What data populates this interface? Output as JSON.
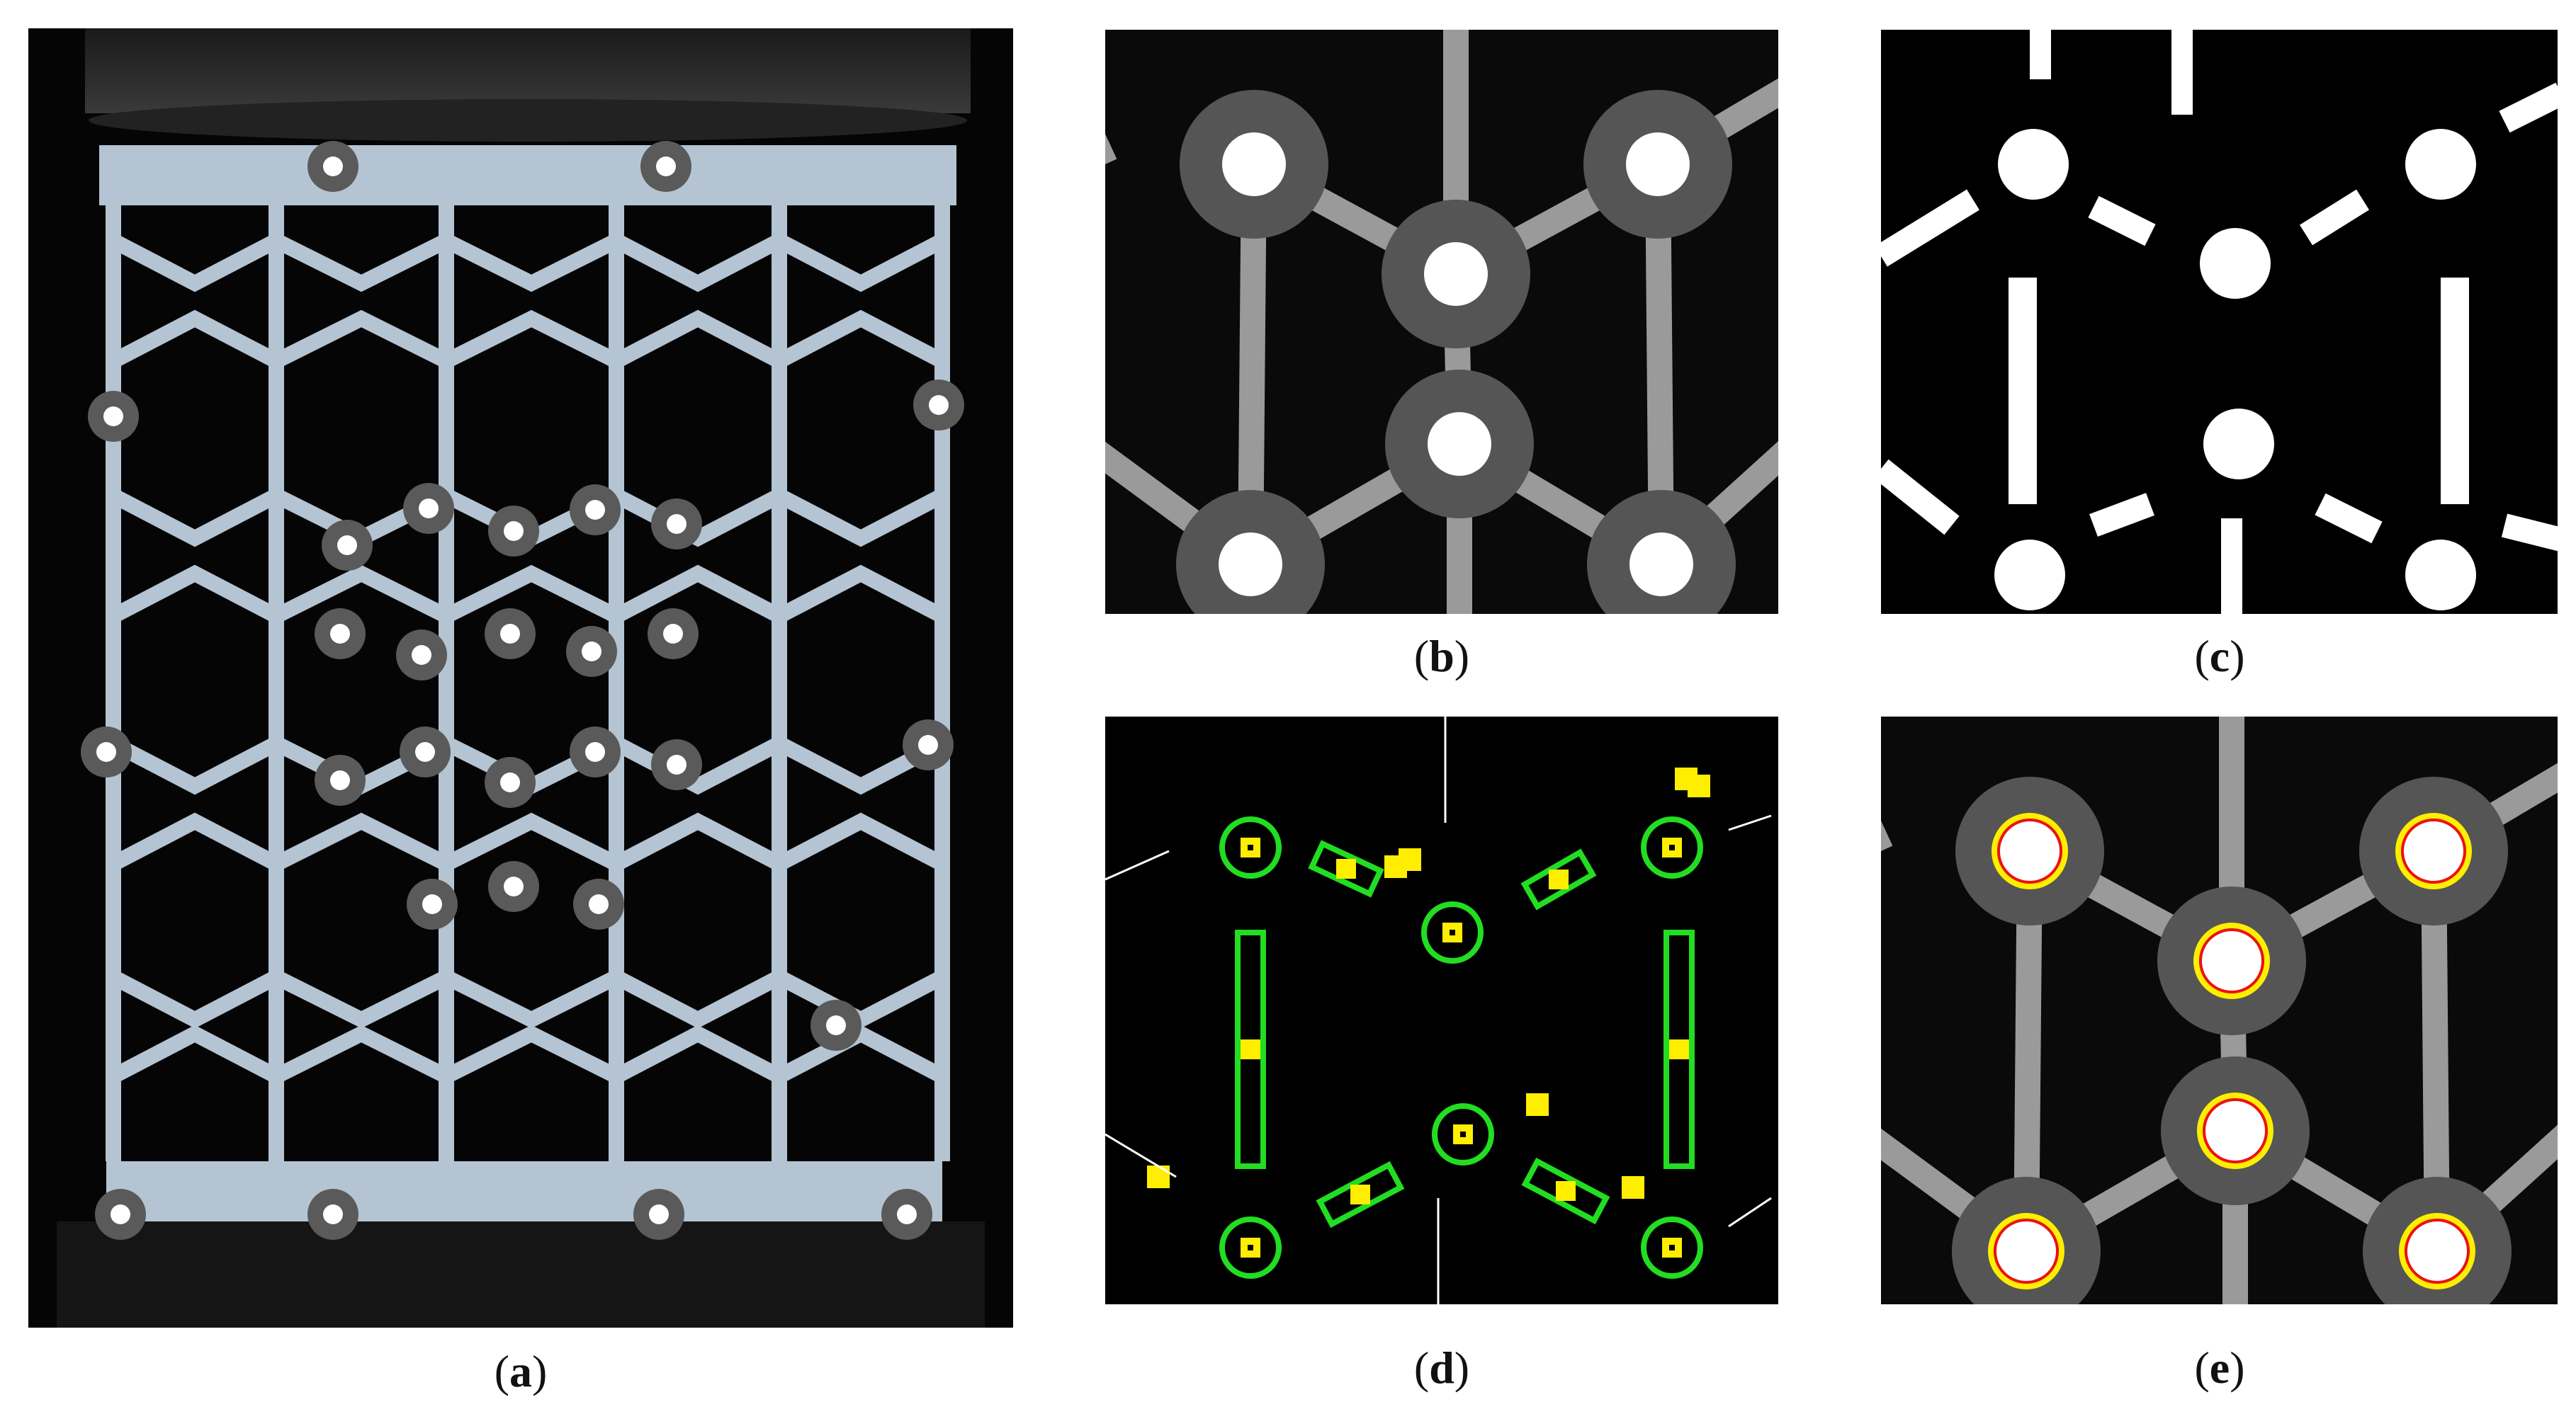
{
  "figure": {
    "panels": [
      {
        "id": "a",
        "caption_letter": "a",
        "description": "photo"
      },
      {
        "id": "b",
        "caption_letter": "b"
      },
      {
        "id": "c",
        "caption_letter": "c"
      },
      {
        "id": "d",
        "caption_letter": "d"
      },
      {
        "id": "e",
        "caption_letter": "e"
      }
    ],
    "colors": {
      "lattice": "#b4c4d2",
      "marker_ring": "#5a5a5a",
      "marker_dot": "#ffffff",
      "detect_green": "#22dd22",
      "detect_yellow": "#ffee00",
      "fit_red": "#ee1111"
    }
  }
}
